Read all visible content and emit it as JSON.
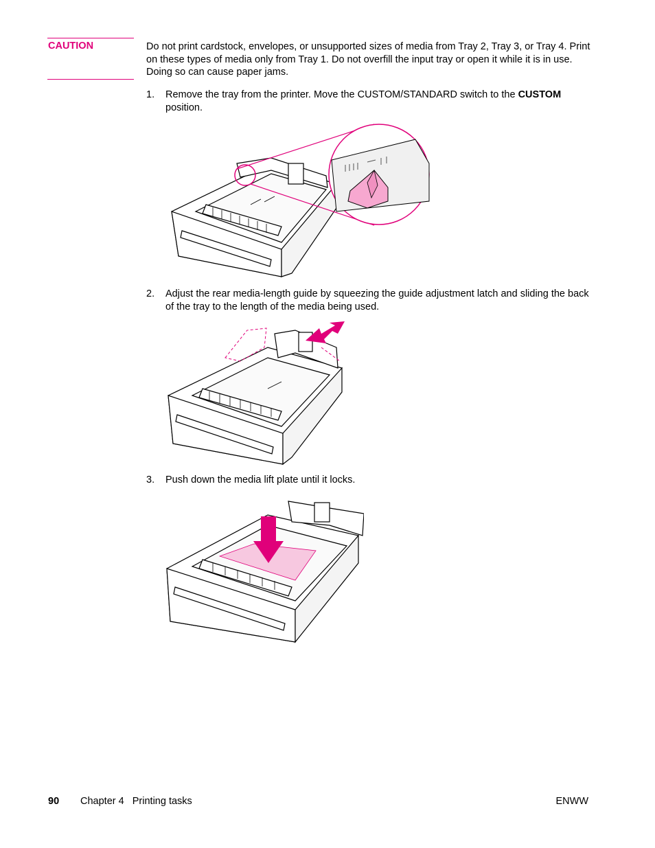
{
  "caution": {
    "label": "CAUTION",
    "text": "Do not print cardstock, envelopes, or unsupported sizes of media from Tray 2, Tray 3, or Tray 4. Print on these types of media only from Tray 1. Do not overfill the input tray or open it while it is in use. Doing so can cause paper jams."
  },
  "steps": [
    {
      "number": "1.",
      "text_before": "Remove the tray from the printer. Move the CUSTOM/STANDARD switch to the ",
      "bold": "CUSTOM",
      "text_after": " position."
    },
    {
      "number": "2.",
      "text": "Adjust the rear media-length guide by squeezing the guide adjustment latch and sliding the back of the tray to the length of the media being used."
    },
    {
      "number": "3.",
      "text": "Push down the media lift plate until it locks."
    }
  ],
  "footer": {
    "page_number": "90",
    "chapter": "Chapter 4   Printing tasks",
    "right": "ENWW"
  },
  "colors": {
    "accent": "#e0007a",
    "highlight": "#f7a8d0"
  }
}
